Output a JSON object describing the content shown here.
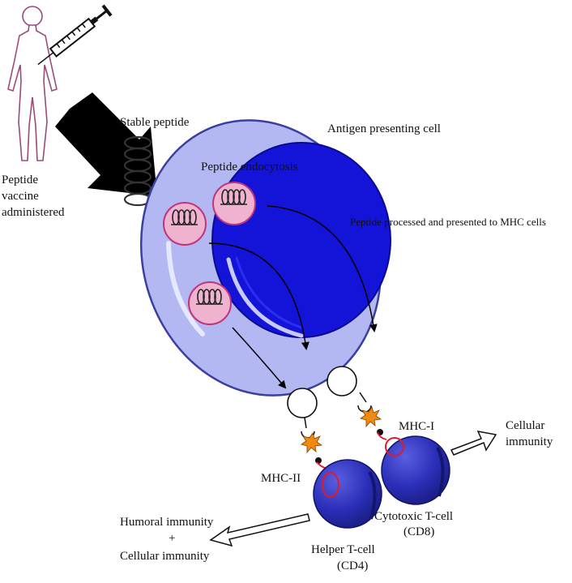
{
  "labels": {
    "peptide_vaccine": [
      "Peptide",
      "vaccine",
      "administered"
    ],
    "stable_peptide": "Stable peptide",
    "apc": "Antigen presenting cell",
    "endocytosis": "Peptide endocytosis",
    "processed": "Peptide processed and presented to MHC cells",
    "mhc_i": "MHC-I",
    "mhc_ii": "MHC-II",
    "cytotoxic": [
      "Cytotoxic T-cell",
      "(CD8)"
    ],
    "helper": [
      "Helper T-cell",
      "(CD4)"
    ],
    "cellular_right": [
      "Cellular",
      "immunity"
    ],
    "humoral": [
      "Humoral immunity",
      "+",
      "Cellular immunity"
    ]
  },
  "colors": {
    "apc_outer": "#b3b8f2",
    "apc_outline": "#3a3fa0",
    "nucleus": "#1414d8",
    "vesicle": "#f0b3cf",
    "vesicle_outline": "#c0357a",
    "tcell": "#2a2eb8",
    "receptor": "#e01a2a",
    "burst": "#f08a10",
    "human_outline": "#9c4a7a"
  }
}
